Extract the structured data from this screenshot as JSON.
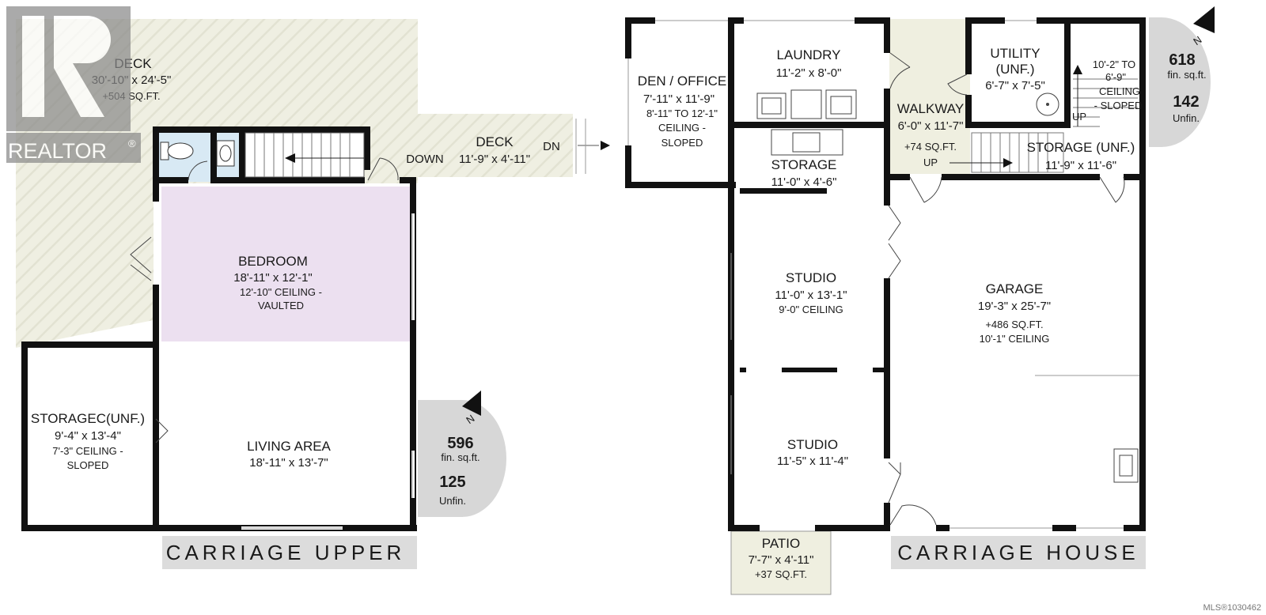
{
  "logo": {
    "text": "REALTOR",
    "mark": "®"
  },
  "upper": {
    "deck_main": {
      "name": "DECK",
      "dims": "30'-10\" x 24'-5\"",
      "note": "+504 SQ.FT."
    },
    "deck_walk": {
      "name": "DECK",
      "dims": "11'-9\" x 4'-11\""
    },
    "down": "DOWN",
    "dn": "DN",
    "bedroom": {
      "name": "BEDROOM",
      "dims": "18'-11\" x 12'-1\"",
      "note1": "12'-10\" CEILING -",
      "note2": "VAULTED"
    },
    "storage": {
      "name": "STORAGEC(UNF.)",
      "dims": "9'-4\" x 13'-4\"",
      "note1": "7'-3\" CEILING -",
      "note2": "SLOPED"
    },
    "living": {
      "name": "LIVING AREA",
      "dims": "18'-11\" x 13'-7\""
    },
    "area": {
      "finished": "596",
      "finished_label": "fin. sq.ft.",
      "unfinished": "125",
      "unfinished_label": "Unfin."
    },
    "banner": "CARRIAGE UPPER"
  },
  "house": {
    "den": {
      "name": "DEN / OFFICE",
      "dims": "7'-11\" x 11'-9\"",
      "note1": "8'-11\" TO 12'-1\"",
      "note2": "CEILING -",
      "note3": "SLOPED"
    },
    "laundry": {
      "name": "LAUNDRY",
      "dims": "11'-2\" x 8'-0\""
    },
    "walkway": {
      "name": "WALKWAY",
      "dims": "6'-0\" x 11'-7\"",
      "note": "+74 SQ.FT.",
      "up": "UP"
    },
    "utility": {
      "name1": "UTILITY",
      "name2": "(UNF.)",
      "dims": "6'-7\" x 7'-5\""
    },
    "stair_note": {
      "line1": "10'-2\" TO",
      "line2": "6'-9\"",
      "line3": "CEILING",
      "line4": "- SLOPED",
      "up": "UP"
    },
    "storage_small": {
      "name": "STORAGE",
      "dims": "11'-0\" x 4'-6\""
    },
    "storage_unf": {
      "name": "STORAGE (UNF.)",
      "dims": "11'-9\" x 11'-6\""
    },
    "studio1": {
      "name": "STUDIO",
      "dims": "11'-0\" x 13'-1\"",
      "note": "9'-0\" CEILING"
    },
    "studio2": {
      "name": "STUDIO",
      "dims": "11'-5\" x 11'-4\""
    },
    "garage": {
      "name": "GARAGE",
      "dims": "19'-3\" x 25'-7\"",
      "note1": "+486 SQ.FT.",
      "note2": "10'-1\" CEILING"
    },
    "patio": {
      "name": "PATIO",
      "dims": "7'-7\" x 4'-11\"",
      "note": "+37 SQ.FT."
    },
    "area": {
      "finished": "618",
      "finished_label": "fin. sq.ft.",
      "unfinished": "142",
      "unfinished_label": "Unfin."
    },
    "banner": "CARRIAGE HOUSE"
  },
  "compass_letter": "N",
  "mls": "MLS®1030462",
  "colors": {
    "deck": "#efefe0",
    "bedroom": "#ece0f0",
    "bath": "#d8e9f4",
    "walkway": "#efefe0",
    "badge": "#d7d7d7",
    "banner": "#dcdcdc",
    "wall": "#111111"
  }
}
